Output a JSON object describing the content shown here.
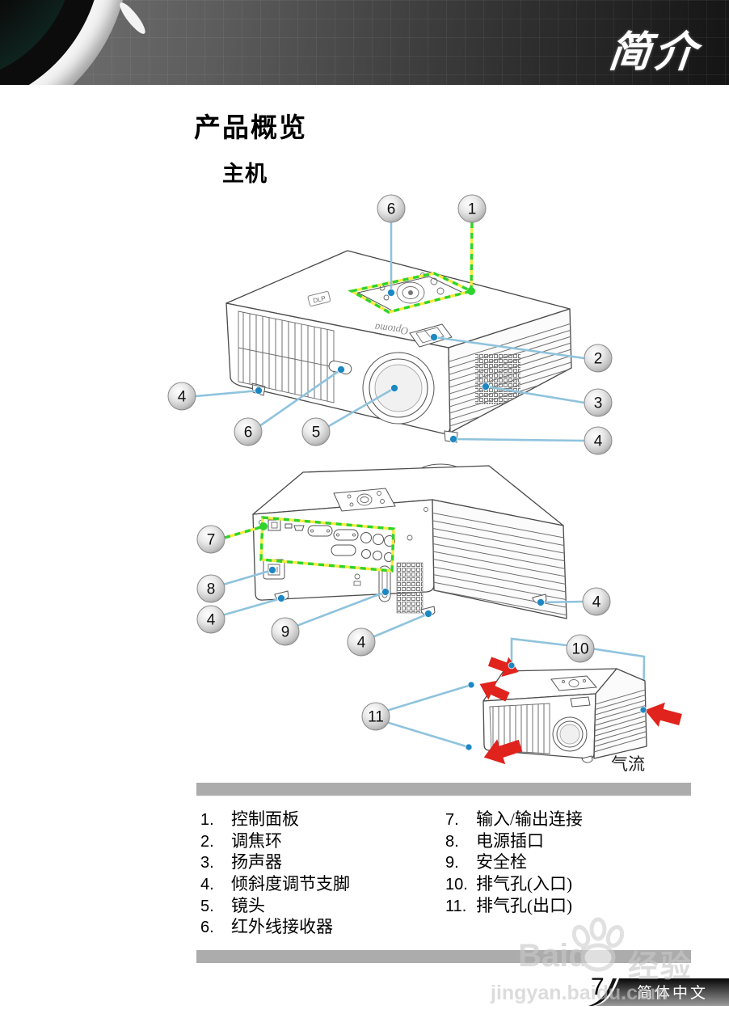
{
  "header": {
    "title": "简介"
  },
  "content": {
    "section_title": "产品概览",
    "subsection_title": "主机"
  },
  "projector": {
    "brand_logo": "Optoma",
    "chip_logo": "DLP"
  },
  "callouts": {
    "front": {
      "c6_top": "6",
      "c1": "1",
      "c2": "2",
      "c3": "3",
      "c4_left": "4",
      "c6_bottom": "6",
      "c5": "5",
      "c4_right": "4"
    },
    "rear": {
      "c7": "7",
      "c8": "8",
      "c4_left": "4",
      "c9": "9",
      "c4_bottom": "4",
      "c4_right": "4"
    },
    "airflow": {
      "c10": "10",
      "c11": "11"
    }
  },
  "airflow": {
    "label": "气流"
  },
  "legend": {
    "left": [
      {
        "num": "1.",
        "label": "控制面板"
      },
      {
        "num": "2.",
        "label": "调焦环"
      },
      {
        "num": "3.",
        "label": "扬声器"
      },
      {
        "num": "4.",
        "label": "倾斜度调节支脚"
      },
      {
        "num": "5.",
        "label": "镜头"
      },
      {
        "num": "6.",
        "label": "红外线接收器"
      }
    ],
    "right": [
      {
        "num": "7.",
        "label": "输入/输出连接"
      },
      {
        "num": "8.",
        "label": "电源插口"
      },
      {
        "num": "9.",
        "label": "安全栓"
      },
      {
        "num": "10.",
        "label": "排气孔(入口)"
      },
      {
        "num": "11.",
        "label": "排气孔(出口)"
      }
    ]
  },
  "footer": {
    "page_number": "7",
    "language_label": "简体中文"
  },
  "watermark": {
    "brand": "Baidu",
    "brand_cn": "经验",
    "url": "jingyan.baidu.com"
  },
  "colors": {
    "leader_blue": "#8fc3dd",
    "dot_blue": "#1d87c2",
    "dash_green": "#2ed32e",
    "dash_yellow": "#f4ec3f",
    "arrow_red": "#e0231c",
    "bar_gray": "#acacac"
  }
}
